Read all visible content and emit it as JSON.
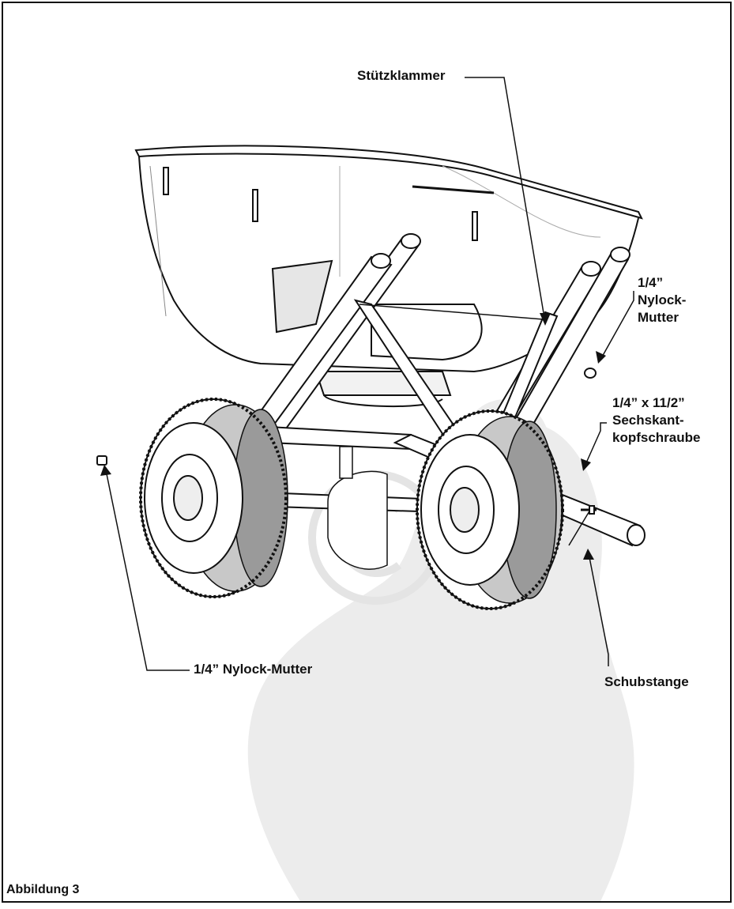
{
  "figure": {
    "caption": "Abbildung 3",
    "callouts": {
      "support_clamp": "Stützklammer",
      "nylock_nut_right": [
        "1/4”",
        "Nylock-",
        "Mutter"
      ],
      "hex_bolt": [
        "1/4” x 11/2”",
        "Sechskant-",
        "kopfschraube"
      ],
      "push_bar": "Schubstange",
      "nylock_nut_left": "1/4” Nylock-Mutter"
    }
  },
  "colors": {
    "line": "#111111",
    "watermark": "#ececec",
    "wheel_dark": "#9a9a9a",
    "wheel_mid": "#c8c8c8"
  }
}
